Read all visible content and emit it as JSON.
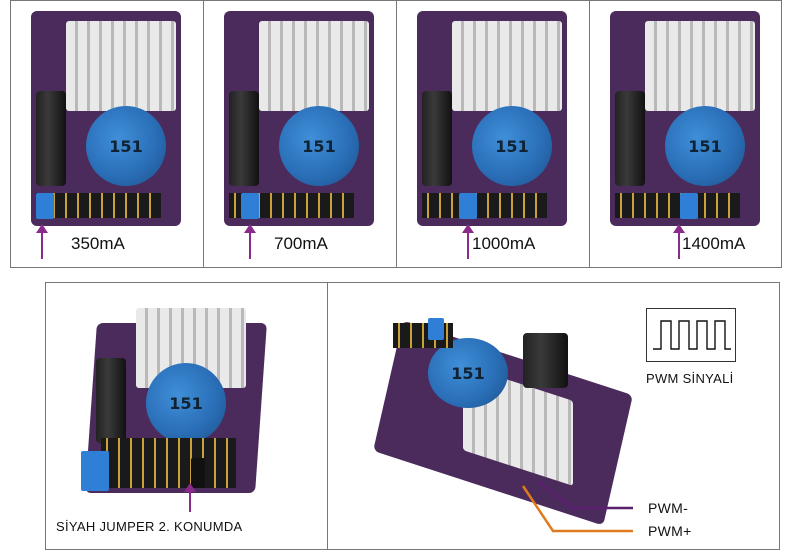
{
  "top_row": {
    "cells": [
      {
        "label": "350mA",
        "jumper": "jumper-position-1"
      },
      {
        "label": "700mA",
        "jumper": "jumper-position-2"
      },
      {
        "label": "1000mA",
        "jumper": "jumper-position-3"
      },
      {
        "label": "1400mA",
        "jumper": "jumper-position-4"
      }
    ],
    "inductor_marking": "151"
  },
  "bottom_left": {
    "caption": "SİYAH JUMPER 2. KONUMDA",
    "inductor_marking": "151"
  },
  "bottom_right": {
    "inductor_marking": "151",
    "signal_label": "PWM SİNYALİ",
    "pwm_minus": "PWM-",
    "pwm_plus": "PWM+",
    "wire_colors": {
      "minus": "#5a1f6e",
      "plus": "#e07a1f"
    }
  },
  "colors": {
    "pcb": "#4b2a5c",
    "arrow": "#8a2a8a",
    "jumper_blue": "#2f7fd6"
  }
}
